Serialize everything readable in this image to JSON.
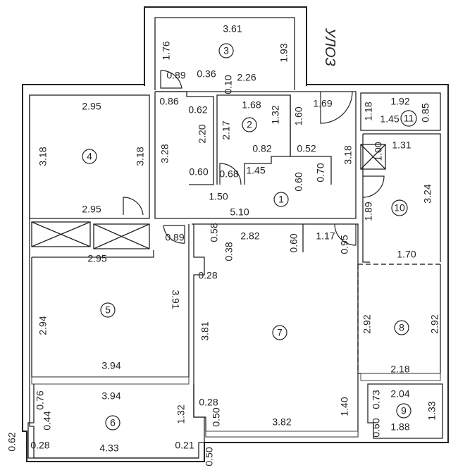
{
  "street_label": "УЛОЗ",
  "rooms": [
    "1",
    "2",
    "3",
    "4",
    "5",
    "6",
    "7",
    "8",
    "9",
    "10",
    "11"
  ],
  "dimensions": [
    "3.61",
    "1.76",
    "1.93",
    "0.89",
    "0.36",
    "0.10",
    "2.26",
    "2.95",
    "3.18",
    "3.18",
    "2.95",
    "0.86",
    "0.62",
    "3.28",
    "2.20",
    "0.60",
    "1.68",
    "2.17",
    "1.32",
    "0.82",
    "0.68",
    "1.45",
    "0.60",
    "0.70",
    "1.50",
    "5.10",
    "1.69",
    "1.60",
    "0.52",
    "3.18",
    "1.18",
    "1.92",
    "1.45",
    "0.85",
    "1.00",
    "1.31",
    "1.89",
    "3.24",
    "1.70",
    "0.89",
    "0.58",
    "2.82",
    "0.38",
    "0.60",
    "1.17",
    "0.95",
    "0.28",
    "2.95",
    "2.94",
    "3.91",
    "3.94",
    "3.81",
    "2.92",
    "2.92",
    "2.18",
    "3.94",
    "0.76",
    "0.44",
    "1.32",
    "0.28",
    "4.33",
    "0.21",
    "0.62",
    "0.28",
    "0.50",
    "3.82",
    "1.40",
    "0.50",
    "2.04",
    "0.73",
    "1.33",
    "0.60",
    "1.88"
  ]
}
